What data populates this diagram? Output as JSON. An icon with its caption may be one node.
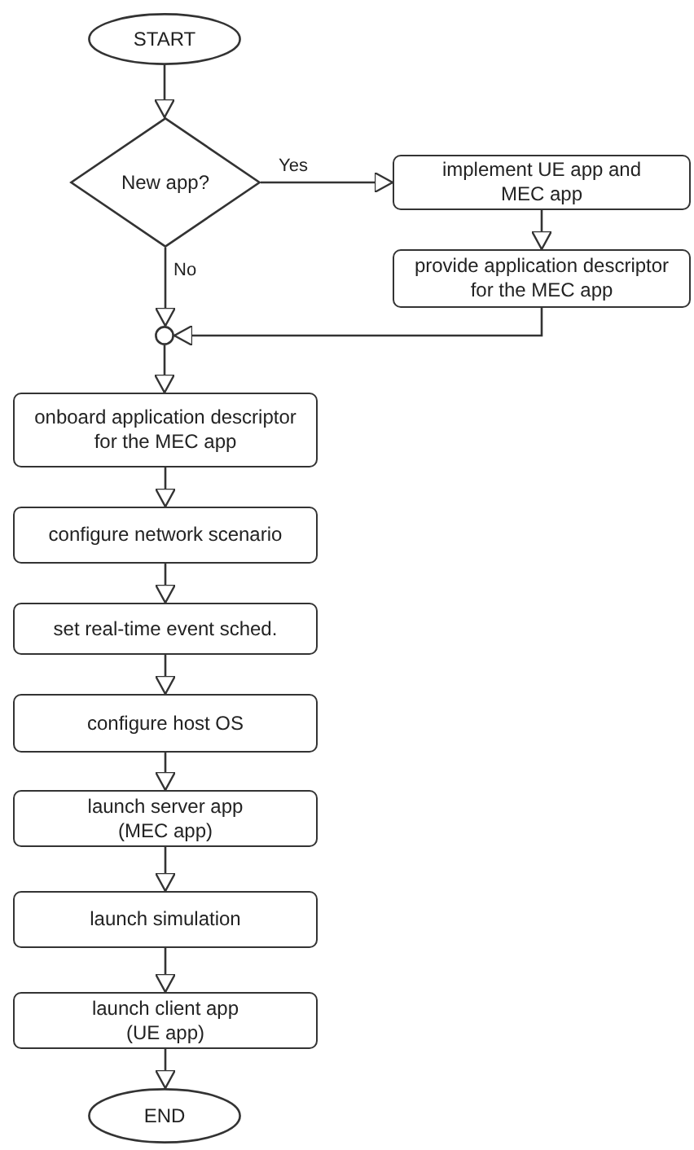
{
  "diagram": {
    "nodes": [
      {
        "text": [
          "START"
        ]
      },
      {
        "text": [
          "New app?"
        ]
      },
      {
        "text": [
          "implement UE app and MEC app"
        ]
      },
      {
        "text": [
          "provide application descriptor for the MEC app"
        ]
      },
      {
        "text": [],
        "shape": "circle"
      },
      {
        "text": [
          "onboard application descriptor for the MEC app"
        ]
      },
      {
        "text": [
          "configure network scenario"
        ]
      },
      {
        "text": [
          "set real-time event sched."
        ]
      },
      {
        "text": [
          "configure host OS"
        ]
      },
      {
        "text": [
          "launch server app (MEC app)"
        ]
      },
      {
        "text": [
          "launch simulation"
        ]
      },
      {
        "text": [
          "launch client app (UE app)"
        ]
      },
      {
        "text": [
          "END"
        ]
      }
    ],
    "edges": [
      {
        "from": 0,
        "to": 1,
        "arrow": "to"
      },
      {
        "from": 1,
        "to": 2,
        "arrow": "to",
        "label": "Yes"
      },
      {
        "from": 2,
        "to": 3,
        "arrow": "to"
      },
      {
        "from": 1,
        "to": 4,
        "arrow": "to",
        "label": "No"
      },
      {
        "from": 3,
        "to": 4,
        "arrow": "to"
      },
      {
        "from": 4,
        "to": 5,
        "arrow": "to"
      },
      {
        "from": 5,
        "to": 6,
        "arrow": "to"
      },
      {
        "from": 6,
        "to": 7,
        "arrow": "to"
      },
      {
        "from": 7,
        "to": 8,
        "arrow": "to"
      },
      {
        "from": 8,
        "to": 9,
        "arrow": "to"
      },
      {
        "from": 9,
        "to": 10,
        "arrow": "to"
      },
      {
        "from": 10,
        "to": 11,
        "arrow": "to"
      },
      {
        "from": 11,
        "to": 12,
        "arrow": "to"
      }
    ]
  }
}
